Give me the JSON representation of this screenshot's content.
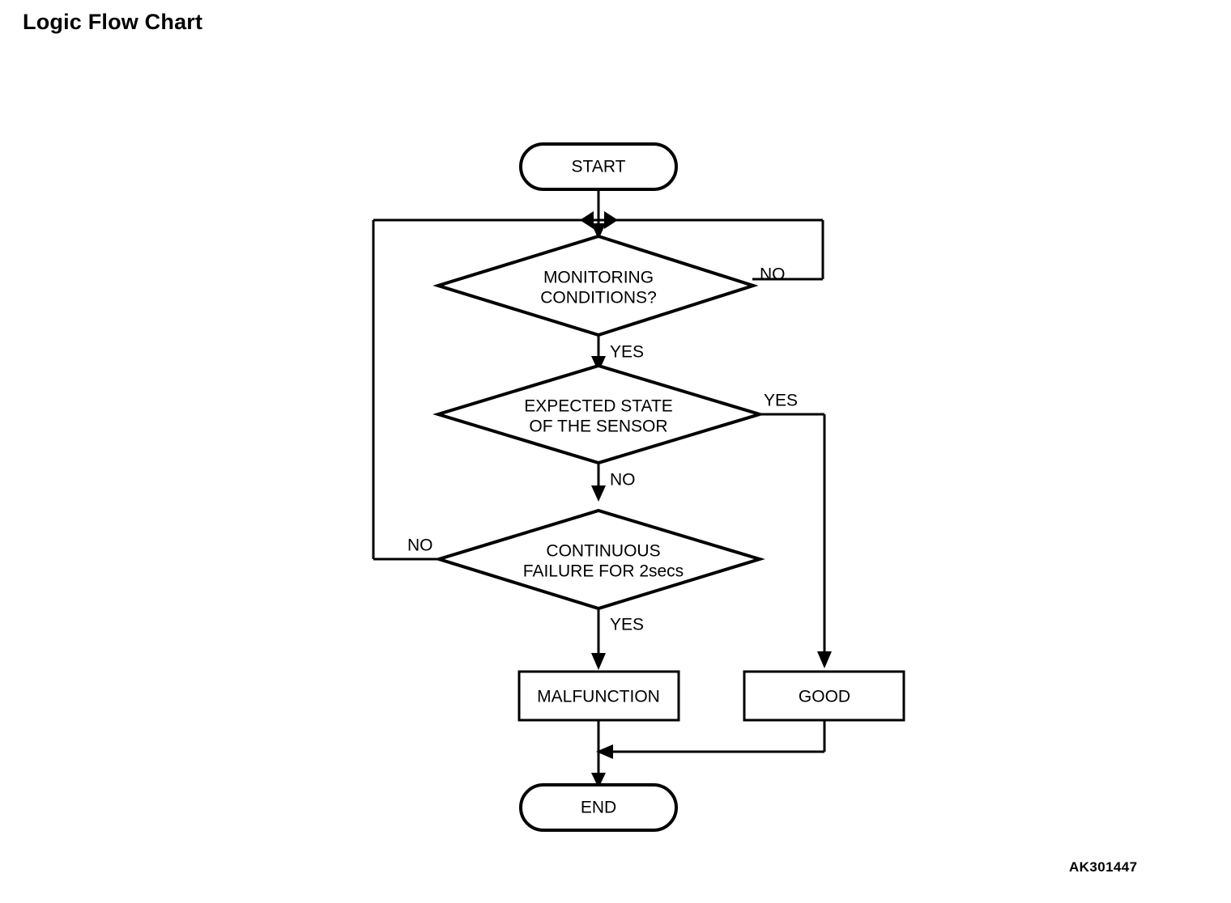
{
  "page": {
    "title": "Logic Flow Chart",
    "figure_code": "AK301447"
  },
  "chart_data": {
    "type": "diagram",
    "diagram_kind": "flowchart",
    "title": "Logic Flow Chart",
    "orientation": "top-to-bottom",
    "nodes": [
      {
        "id": "start",
        "shape": "stadium",
        "label": "START"
      },
      {
        "id": "monitoring",
        "shape": "diamond",
        "label": "MONITORING CONDITIONS?",
        "line1": "MONITORING",
        "line2": "CONDITIONS?"
      },
      {
        "id": "expected",
        "shape": "diamond",
        "label": "EXPECTED STATE OF THE SENSOR",
        "line1": "EXPECTED STATE",
        "line2": "OF THE SENSOR"
      },
      {
        "id": "continuous",
        "shape": "diamond",
        "label": "CONTINUOUS FAILURE FOR 2secs",
        "line1": "CONTINUOUS",
        "line2": "FAILURE FOR 2secs"
      },
      {
        "id": "malfunction",
        "shape": "rectangle",
        "label": "MALFUNCTION"
      },
      {
        "id": "good",
        "shape": "rectangle",
        "label": "GOOD"
      },
      {
        "id": "end",
        "shape": "stadium",
        "label": "END"
      }
    ],
    "edges": [
      {
        "from": "start",
        "to": "monitoring",
        "label": ""
      },
      {
        "from": "monitoring",
        "to": "expected",
        "label": "YES"
      },
      {
        "from": "monitoring",
        "to": "monitoring",
        "label": "NO",
        "note": "loops back to junction above MONITORING CONDITIONS?"
      },
      {
        "from": "expected",
        "to": "good",
        "label": "YES"
      },
      {
        "from": "expected",
        "to": "continuous",
        "label": "NO"
      },
      {
        "from": "continuous",
        "to": "monitoring",
        "label": "NO",
        "note": "loops back to junction above MONITORING CONDITIONS?"
      },
      {
        "from": "continuous",
        "to": "malfunction",
        "label": "YES"
      },
      {
        "from": "malfunction",
        "to": "end",
        "label": ""
      },
      {
        "from": "good",
        "to": "end",
        "label": ""
      }
    ],
    "edge_labels": {
      "monitoring_no": "NO",
      "monitoring_yes": "YES",
      "expected_yes": "YES",
      "expected_no": "NO",
      "continuous_no": "NO",
      "continuous_yes": "YES"
    },
    "colors": {
      "stroke": "#000000",
      "fill": "#ffffff",
      "text": "#000000"
    }
  }
}
